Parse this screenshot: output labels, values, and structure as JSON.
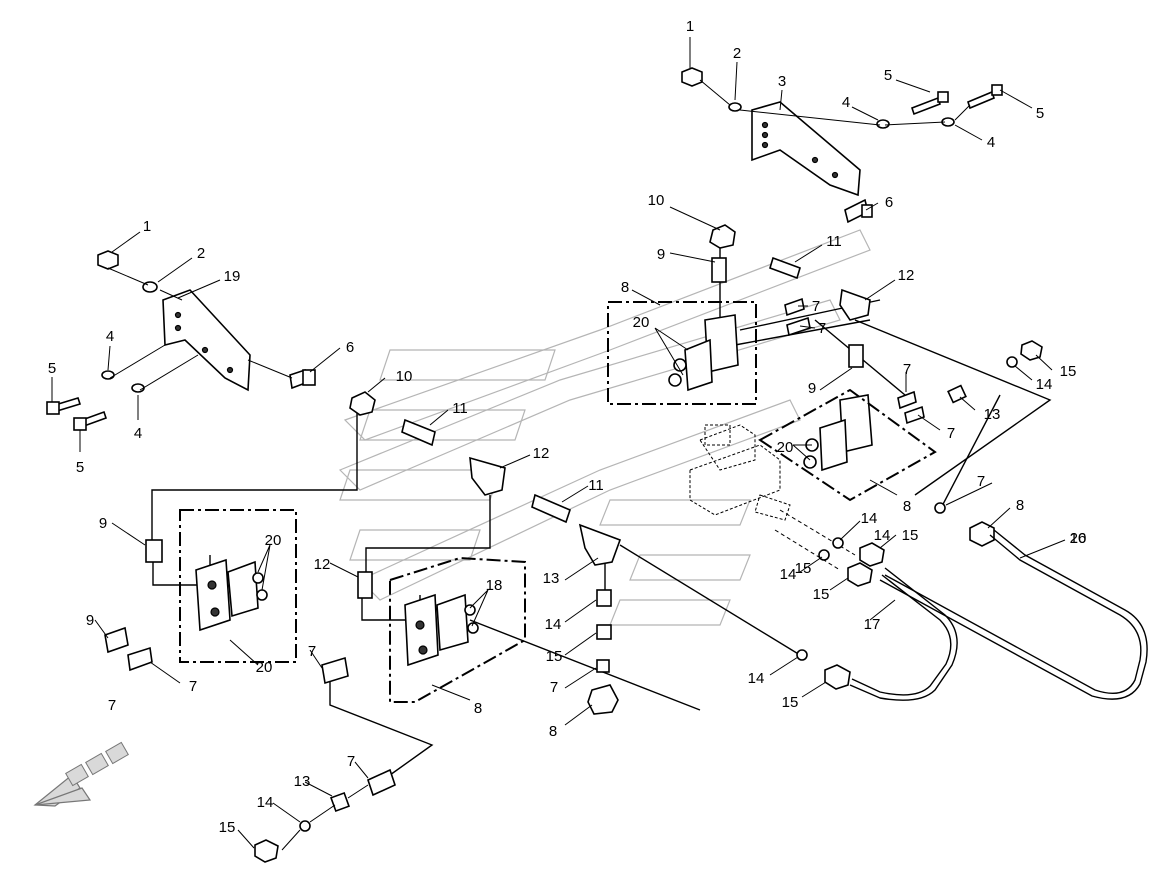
{
  "callouts": [
    {
      "label": "1"
    },
    {
      "label": "2"
    },
    {
      "label": "3"
    },
    {
      "label": "4"
    },
    {
      "label": "5"
    },
    {
      "label": "5"
    },
    {
      "label": "4"
    },
    {
      "label": "6"
    },
    {
      "label": "1"
    },
    {
      "label": "2"
    },
    {
      "label": "19"
    },
    {
      "label": "4"
    },
    {
      "label": "5"
    },
    {
      "label": "6"
    },
    {
      "label": "4"
    },
    {
      "label": "5"
    },
    {
      "label": "10"
    },
    {
      "label": "11"
    },
    {
      "label": "9"
    },
    {
      "label": "12"
    },
    {
      "label": "8"
    },
    {
      "label": "7"
    },
    {
      "label": "20"
    },
    {
      "label": "7"
    },
    {
      "label": "10"
    },
    {
      "label": "11"
    },
    {
      "label": "12"
    },
    {
      "label": "11"
    },
    {
      "label": "9"
    },
    {
      "label": "20"
    },
    {
      "label": "7"
    },
    {
      "label": "7"
    },
    {
      "label": "8"
    },
    {
      "label": "9"
    },
    {
      "label": "20"
    },
    {
      "label": "12"
    },
    {
      "label": "18"
    },
    {
      "label": "13"
    },
    {
      "label": "14"
    },
    {
      "label": "15"
    },
    {
      "label": "7"
    },
    {
      "label": "8"
    },
    {
      "label": "9"
    },
    {
      "label": "7"
    },
    {
      "label": "20"
    },
    {
      "label": "7"
    },
    {
      "label": "8"
    },
    {
      "label": "15"
    },
    {
      "label": "14"
    },
    {
      "label": "13"
    },
    {
      "label": "7"
    },
    {
      "label": "20"
    },
    {
      "label": "7"
    },
    {
      "label": "8"
    },
    {
      "label": "14"
    },
    {
      "label": "15"
    },
    {
      "label": "16"
    },
    {
      "label": "14"
    },
    {
      "label": "15"
    },
    {
      "label": "14"
    },
    {
      "label": "15"
    },
    {
      "label": "17"
    },
    {
      "label": "14"
    },
    {
      "label": "15"
    },
    {
      "label": "7"
    },
    {
      "label": "13"
    },
    {
      "label": "14"
    },
    {
      "label": "15"
    }
  ],
  "icons": {
    "direction": "forward-arrow-icon"
  }
}
